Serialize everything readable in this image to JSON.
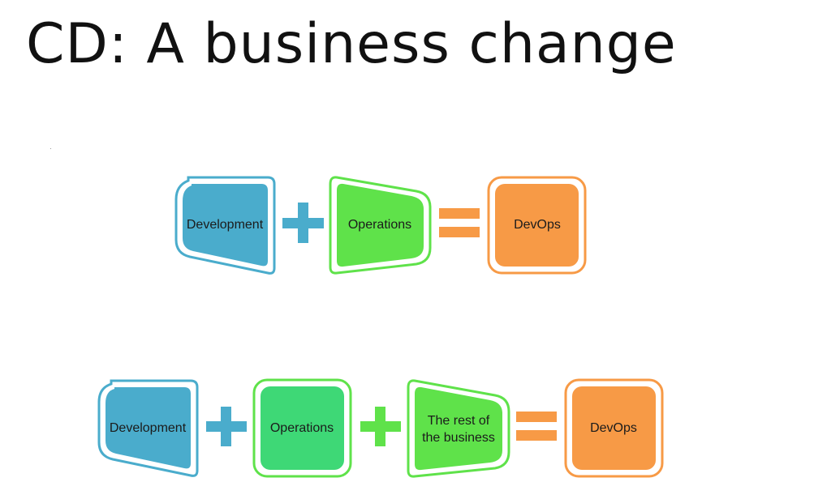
{
  "title": "CD: A business change",
  "row1": {
    "development": "Development",
    "operations": "Operations",
    "devops": "DevOps"
  },
  "row2": {
    "development": "Development",
    "operations": "Operations",
    "rest_line1": "The rest of",
    "rest_line2": "the business",
    "devops": "DevOps"
  },
  "colors": {
    "dev_fill": "#4aaccc",
    "dev_stroke": "#4aaccc",
    "ops_fill": "#5fe24a",
    "ops_stroke": "#5fe24a",
    "ops2_fill": "#3ed876",
    "devops_fill": "#f79a46",
    "devops_stroke": "#f79a46",
    "plus_blue": "#4aaccc",
    "plus_green": "#5fe24a",
    "equals": "#f79a46"
  }
}
